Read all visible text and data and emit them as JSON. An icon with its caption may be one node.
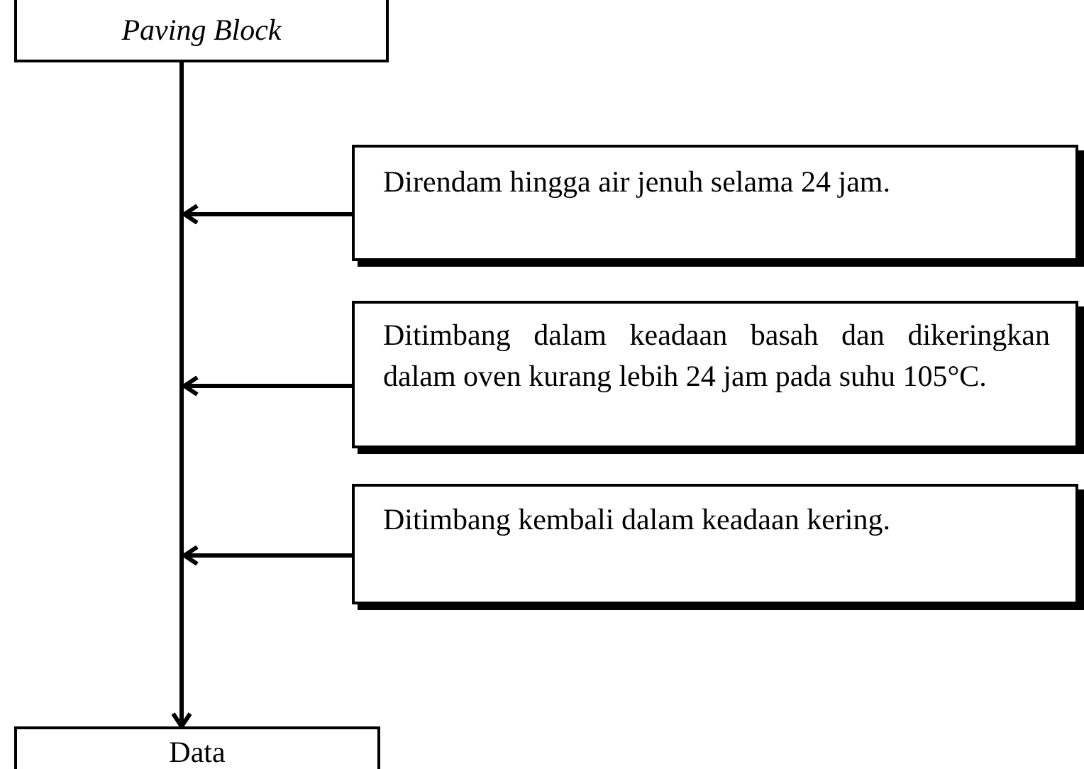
{
  "diagram": {
    "nodes": [
      {
        "text": [
          "Paving Block"
        ]
      },
      {
        "text": [
          "Direndam hingga air jenuh selama 24 jam."
        ]
      },
      {
        "text": [
          "Ditimbang dalam keadaan basah dan dikeringkan dalam oven kurang lebih 24 jam pada suhu 105°C."
        ]
      },
      {
        "text": [
          "Ditimbang kembali dalam keadaan kering."
        ]
      },
      {
        "text": [
          "Data"
        ]
      }
    ],
    "edges": [
      {
        "from": 0,
        "to": 4,
        "arrow": "to"
      },
      {
        "from": 1,
        "to": null,
        "arrow": "to"
      },
      {
        "from": 2,
        "to": null,
        "arrow": "to"
      },
      {
        "from": 3,
        "to": null,
        "arrow": "to"
      }
    ]
  }
}
